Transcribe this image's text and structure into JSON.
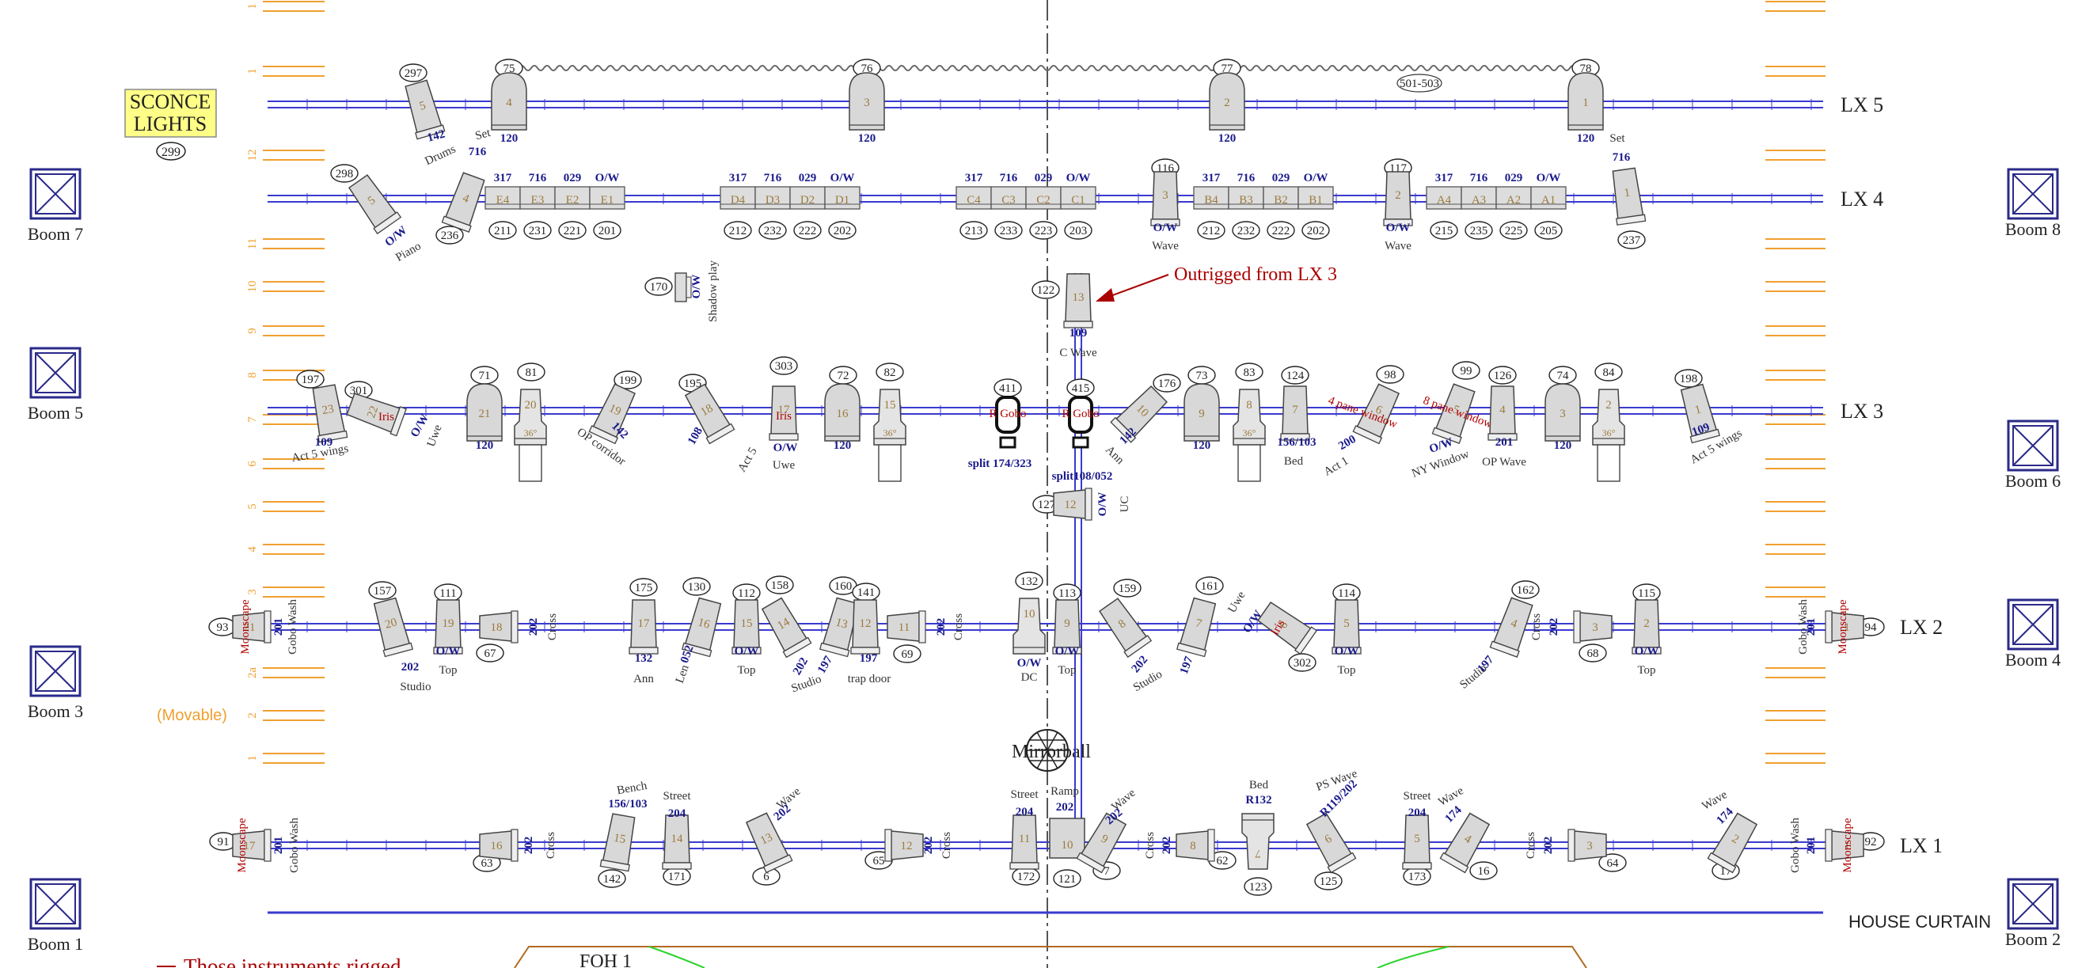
{
  "bars": [
    {
      "name": "LX 5"
    },
    {
      "name": "LX 4"
    },
    {
      "name": "LX 3"
    },
    {
      "name": "LX 2"
    },
    {
      "name": "LX 1"
    },
    {
      "name": "HOUSE CURTAIN"
    }
  ],
  "booms": [
    {
      "label": "Boom 7"
    },
    {
      "label": "Boom 5"
    },
    {
      "label": "Boom 3"
    },
    {
      "label": "Boom 1"
    },
    {
      "label": "Boom 8"
    },
    {
      "label": "Boom 6"
    },
    {
      "label": "Boom 4"
    },
    {
      "label": "Boom 2"
    }
  ],
  "sconce": {
    "line1": "SCONCE",
    "line2": "LIGHTS",
    "num": "299"
  },
  "movable": "(Movable)",
  "outrigged_note": "Outrigged from LX 3",
  "mirrorball": "Mirrorball",
  "foh_label": "FOH 1",
  "legend_partial": "Those instruments rigged",
  "range_label": "501-503",
  "ruler_numbers": [
    "1",
    "1",
    "12",
    "11",
    "10",
    "9",
    "8",
    "7",
    "6",
    "5",
    "4",
    "3",
    "2a",
    "2",
    "1"
  ],
  "lx5": {
    "units": [
      {
        "ch": "297",
        "num": "5",
        "color": "142",
        "purpose": "Drums"
      },
      {
        "ch": "75",
        "num": "4",
        "color": "120"
      },
      {
        "ch": "76",
        "num": "3",
        "color": "120"
      },
      {
        "ch": "77",
        "num": "2",
        "color": "120"
      },
      {
        "ch": "78",
        "num": "1",
        "color": "120",
        "purpose": "Set"
      }
    ]
  },
  "lx4": {
    "left": [
      {
        "ch": "298",
        "num": "5",
        "color": "O/W",
        "purpose": "Piano"
      },
      {
        "ch": "236",
        "num": "4",
        "color": "716",
        "purpose": "Set"
      }
    ],
    "cyc_groups": [
      {
        "colors": [
          "317",
          "716",
          "029",
          "O/W"
        ],
        "cells": [
          "E4",
          "E3",
          "E2",
          "E1"
        ],
        "chans": [
          "211",
          "231",
          "221",
          "201"
        ]
      },
      {
        "colors": [
          "317",
          "716",
          "029",
          "O/W"
        ],
        "cells": [
          "D4",
          "D3",
          "D2",
          "D1"
        ],
        "chans": [
          "212",
          "232",
          "222",
          "202"
        ]
      },
      {
        "colors": [
          "317",
          "716",
          "029",
          "O/W"
        ],
        "cells": [
          "C4",
          "C3",
          "C2",
          "C1"
        ],
        "chans": [
          "213",
          "233",
          "223",
          "203"
        ]
      },
      {
        "colors": [
          "317",
          "716",
          "029",
          "O/W"
        ],
        "cells": [
          "B4",
          "B3",
          "B2",
          "B1"
        ],
        "chans": [
          "212",
          "232",
          "222",
          "202"
        ]
      },
      {
        "colors": [
          "317",
          "716",
          "029",
          "O/W"
        ],
        "cells": [
          "A4",
          "A3",
          "A2",
          "A1"
        ],
        "chans": [
          "215",
          "235",
          "225",
          "205"
        ]
      }
    ],
    "mid_units": [
      {
        "ch": "116",
        "num": "3",
        "color": "O/W",
        "purpose": "Wave"
      },
      {
        "ch": "117",
        "num": "2",
        "color": "O/W",
        "purpose": "Wave"
      }
    ],
    "right": {
      "ch": "237",
      "num": "1",
      "color": "716"
    }
  },
  "floating": [
    {
      "ch": "170",
      "color": "O/W",
      "purpose": "Shadow play"
    },
    {
      "ch": "122",
      "num": "13",
      "color": "109",
      "purpose": "C Wave"
    }
  ],
  "lx3": {
    "units": [
      {
        "ch": "197",
        "num": "23",
        "color": "109",
        "purpose": "Act 5 wings"
      },
      {
        "ch": "301",
        "num": "22",
        "color": "O/W",
        "purpose": "Uwe",
        "gobo": "Iris"
      },
      {
        "ch": "71",
        "num": "21",
        "color": "120"
      },
      {
        "ch": "81",
        "num": "20",
        "size": "36°"
      },
      {
        "ch": "199",
        "num": "19",
        "color": "142",
        "purpose": "OP corridor"
      },
      {
        "ch": "195",
        "num": "18",
        "color": "108",
        "purpose": "Act 5"
      },
      {
        "ch": "303",
        "num": "17",
        "color": "O/W",
        "purpose": "Uwe",
        "gobo": "Iris"
      },
      {
        "ch": "72",
        "num": "16",
        "color": "120"
      },
      {
        "ch": "82",
        "num": "15",
        "size": "36°"
      },
      {
        "ch": "411",
        "gobo": "R Gobo",
        "color": "split 174/323"
      },
      {
        "ch": "415",
        "gobo": "R Gobo",
        "color": "split108/052"
      },
      {
        "ch": "176",
        "num": "10",
        "color": "142",
        "purpose": "Ann"
      },
      {
        "ch": "73",
        "num": "9",
        "color": "120"
      },
      {
        "ch": "83",
        "num": "8",
        "size": "36°"
      },
      {
        "ch": "124",
        "num": "7",
        "color": "156/103",
        "purpose": "Bed"
      },
      {
        "ch": "98",
        "num": "6",
        "color": "200",
        "purpose": "Act 1",
        "gobo": "4 pane window"
      },
      {
        "ch": "99",
        "num": "5",
        "color": "O/W",
        "purpose": "NY Window",
        "gobo": "8 pane window"
      },
      {
        "ch": "126",
        "num": "4",
        "color": "201",
        "purpose": "OP Wave"
      },
      {
        "ch": "74",
        "num": "3",
        "color": "120"
      },
      {
        "ch": "84",
        "num": "2",
        "size": "36°"
      },
      {
        "ch": "198",
        "num": "1",
        "color": "109",
        "purpose": "Act 5 wings"
      }
    ],
    "below": {
      "ch": "127",
      "num": "12",
      "color": "O/W",
      "purpose": "UC"
    }
  },
  "lx2": {
    "units": [
      {
        "ch": "93",
        "num": "21",
        "purpose": "Gobo Wash",
        "color": "201",
        "gobo": "Moonscape"
      },
      {
        "ch": "157",
        "num": "20",
        "color": "202",
        "purpose": "Studio"
      },
      {
        "ch": "111",
        "num": "19",
        "color": "O/W",
        "purpose": "Top"
      },
      {
        "ch": "67",
        "num": "18",
        "color": "202",
        "purpose": "Cross"
      },
      {
        "ch": "175",
        "num": "17",
        "color": "132",
        "purpose": "Ann"
      },
      {
        "ch": "130",
        "num": "16",
        "color": "052",
        "purpose": "Len"
      },
      {
        "ch": "112",
        "num": "15",
        "color": "O/W",
        "purpose": "Top"
      },
      {
        "ch": "158",
        "num": "14",
        "color": "202",
        "purpose": "Studio"
      },
      {
        "ch": "160",
        "num": "13",
        "color": "197",
        "purpose": "trap door"
      },
      {
        "ch": "141",
        "num": "12",
        "color": "197"
      },
      {
        "ch": "69",
        "num": "11",
        "color": "202",
        "purpose": "Cross"
      },
      {
        "ch": "132",
        "num": "10",
        "color": "O/W",
        "purpose": "DC"
      },
      {
        "ch": "113",
        "num": "9",
        "color": "O/W",
        "purpose": "Top"
      },
      {
        "ch": "159",
        "num": "8",
        "color": "202",
        "purpose": "Studio"
      },
      {
        "ch": "161",
        "num": "7",
        "color": "197"
      },
      {
        "ch": "302",
        "num": "6",
        "color": "O/W",
        "purpose": "Uwe",
        "gobo": "Iris"
      },
      {
        "ch": "114",
        "num": "5",
        "color": "O/W",
        "purpose": "Top"
      },
      {
        "ch": "162",
        "num": "4",
        "color": "197",
        "purpose": "Studio"
      },
      {
        "ch": "68",
        "num": "3",
        "color": "202",
        "purpose": "Cross"
      },
      {
        "ch": "115",
        "num": "2",
        "color": "O/W",
        "purpose": "Top"
      },
      {
        "ch": "94",
        "num": "1",
        "purpose": "Gobo Wash",
        "color": "201",
        "gobo": "Moonscape"
      }
    ]
  },
  "lx1": {
    "units": [
      {
        "ch": "91",
        "num": "17",
        "purpose": "Gobo Wash",
        "color": "201",
        "gobo": "Moonscape"
      },
      {
        "ch": "63",
        "num": "16",
        "color": "202",
        "purpose": "Cross"
      },
      {
        "ch": "142",
        "num": "15",
        "color": "156/103",
        "purpose": "Bench"
      },
      {
        "ch": "171",
        "num": "14",
        "color": "204",
        "purpose": "Street"
      },
      {
        "ch": "6",
        "num": "13",
        "color": "202",
        "purpose": "Wave"
      },
      {
        "ch": "65",
        "num": "12",
        "color": "202",
        "purpose": "Cross"
      },
      {
        "ch": "172",
        "num": "11",
        "color": "204",
        "purpose": "Street"
      },
      {
        "ch": "121",
        "num": "10",
        "color": "202",
        "purpose": "Ramp"
      },
      {
        "ch": "7",
        "num": "9",
        "color": "202",
        "purpose": "Wave"
      },
      {
        "ch": "62",
        "num": "8",
        "color": "202",
        "purpose": "Cross"
      },
      {
        "ch": "123",
        "num": "7",
        "color": "R132",
        "purpose": "Bed"
      },
      {
        "ch": "125",
        "num": "6",
        "color": "R119/202",
        "purpose": "PS Wave"
      },
      {
        "ch": "173",
        "num": "5",
        "color": "204",
        "purpose": "Street"
      },
      {
        "ch": "16",
        "num": "4",
        "color": "174",
        "purpose": "Wave"
      },
      {
        "ch": "64",
        "num": "3",
        "color": "202",
        "purpose": "Cross"
      },
      {
        "ch": "17",
        "num": "2",
        "color": "174",
        "purpose": "Wave"
      },
      {
        "ch": "92",
        "num": "1",
        "purpose": "Gobo Wash",
        "color": "201",
        "gobo": "Moonscape"
      }
    ]
  },
  "colors": {
    "bar": "#3a3ad0",
    "channel_text": "#1a1a8c",
    "gel_red": "#b00000",
    "ruler": "#f0a030",
    "fixture_fill": "#d8d8d8",
    "sconce_fill": "#ffff88"
  }
}
